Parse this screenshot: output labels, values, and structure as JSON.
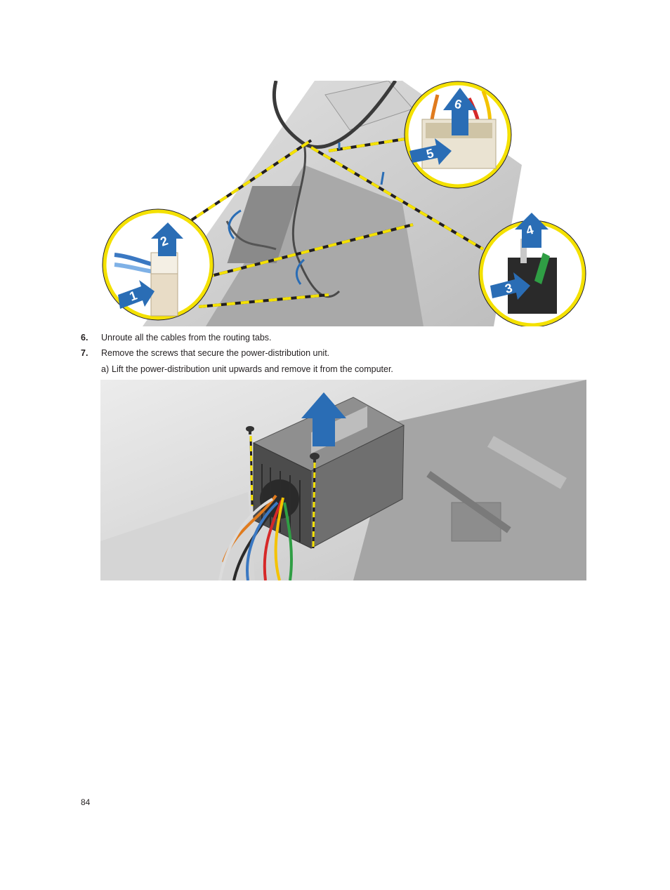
{
  "figure1": {
    "callout_numbers": [
      "1",
      "2",
      "3",
      "4",
      "5",
      "6"
    ],
    "colors": {
      "arrow": "#2a6db5",
      "callout_ring": "#f4e100",
      "leader": "#f4e100"
    }
  },
  "steps": [
    {
      "number": "6.",
      "text": "Unroute all the cables from the routing tabs."
    },
    {
      "number": "7.",
      "text": "Remove the screws that secure the power-distribution unit."
    }
  ],
  "substeps": [
    {
      "number": "a)",
      "text": "Lift the power-distribution unit upwards and remove it from the computer."
    }
  ],
  "page_number": "84"
}
